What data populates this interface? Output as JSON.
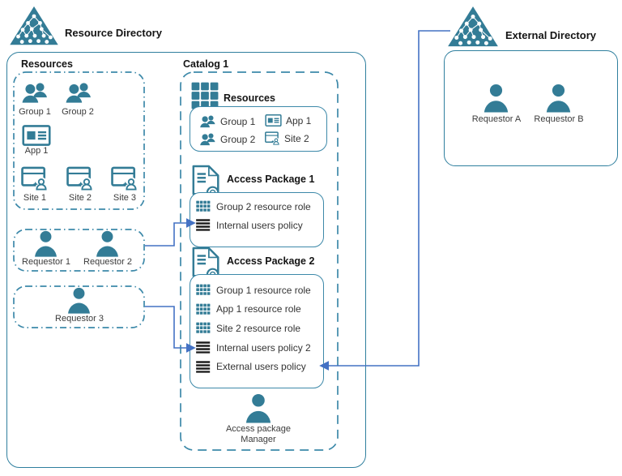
{
  "resource_directory": {
    "title": "Resource Directory",
    "resources": {
      "title": "Resources",
      "groups": [
        {
          "label": "Group 1"
        },
        {
          "label": "Group 2"
        }
      ],
      "app": {
        "label": "App 1"
      },
      "sites": [
        {
          "label": "Site 1"
        },
        {
          "label": "Site 2"
        },
        {
          "label": "Site 3"
        }
      ]
    },
    "requestors_internal": [
      {
        "label": "Requestor 1"
      },
      {
        "label": "Requestor 2"
      },
      {
        "label": "Requestor 3"
      }
    ]
  },
  "catalog": {
    "title": "Catalog 1",
    "resources": {
      "title": "Resources",
      "items": [
        {
          "icon": "people-group-icon",
          "label": "Group 1"
        },
        {
          "icon": "app-window-icon",
          "label": "App 1"
        },
        {
          "icon": "people-group-icon",
          "label": "Group 2"
        },
        {
          "icon": "site-window-icon",
          "label": "Site 2"
        }
      ]
    },
    "packages": [
      {
        "title": "Access Package 1",
        "items": [
          {
            "icon": "resource-grid-icon",
            "label": "Group 2 resource role"
          },
          {
            "icon": "policy-bars-icon",
            "label": "Internal users policy"
          }
        ]
      },
      {
        "title": "Access Package 2",
        "items": [
          {
            "icon": "resource-grid-icon",
            "label": "Group 1 resource role"
          },
          {
            "icon": "resource-grid-icon",
            "label": "App 1 resource role"
          },
          {
            "icon": "resource-grid-icon",
            "label": "Site 2 resource role"
          },
          {
            "icon": "policy-bars-icon",
            "label": "Internal users policy 2"
          },
          {
            "icon": "policy-bars-icon",
            "label": "External users policy"
          }
        ]
      }
    ],
    "manager": {
      "line1": "Access package",
      "line2": "Manager"
    }
  },
  "external_directory": {
    "title": "External Directory",
    "requestors": [
      {
        "label": "Requestor A"
      },
      {
        "label": "Requestor B"
      }
    ]
  },
  "icons": {
    "directory": "pyramid-org-directory-icon",
    "group": "people-group-icon",
    "app": "app-window-icon",
    "site": "site-window-person-icon",
    "grid": "resource-grid-icon",
    "policy": "policy-bars-icon",
    "package": "certificate-document-icon",
    "person": "person-icon"
  },
  "colors": {
    "teal_icon": "#337c96",
    "teal_border_solid": "#2f7f9e",
    "teal_border_dashed": "#3d89a9",
    "connector_blue": "#4472c4",
    "policy_black": "#1b1b1b",
    "label_text": "#3b3b3b",
    "heading_text": "#141414"
  }
}
